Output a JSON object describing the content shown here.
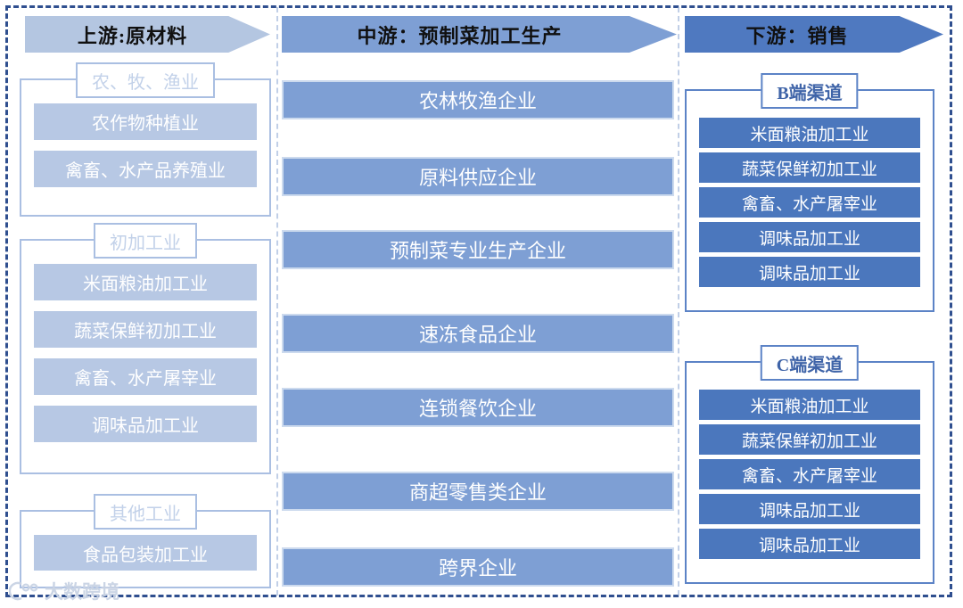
{
  "headers": {
    "upstream": "上游:原材料",
    "midstream": "中游：预制菜加工生产",
    "downstream": "下游：销售"
  },
  "upstream_groups": [
    {
      "title": "农、牧、渔业",
      "items": [
        "农作物种植业",
        "禽畜、水产品养殖业"
      ]
    },
    {
      "title": "初加工业",
      "items": [
        "米面粮油加工业",
        "蔬菜保鲜初加工业",
        "禽畜、水产屠宰业",
        "调味品加工业"
      ]
    },
    {
      "title": "其他工业",
      "items": [
        "食品包装加工业"
      ]
    }
  ],
  "midstream_items": [
    "农林牧渔企业",
    "原料供应企业",
    "预制菜专业生产企业",
    "速冻食品企业",
    "连锁餐饮企业",
    "商超零售类企业",
    "跨界企业"
  ],
  "downstream_groups": [
    {
      "title": "B端渠道",
      "items": [
        "米面粮油加工业",
        "蔬菜保鲜初加工业",
        "禽畜、水产屠宰业",
        "调味品加工业",
        "调味品加工业"
      ]
    },
    {
      "title": "C端渠道",
      "items": [
        "米面粮油加工业",
        "蔬菜保鲜初加工业",
        "禽畜、水产屠宰业",
        "调味品加工业",
        "调味品加工业"
      ]
    }
  ],
  "watermark": {
    "text": "大数跨境"
  },
  "colors": {
    "frame": "#2f4f8f",
    "upstream_header": "#b4c6e1",
    "midstream_header": "#7e9fd4",
    "downstream_header": "#4f79c0",
    "upstream_item": "#b7c8e4",
    "midstream_item": "#7e9fd4",
    "downstream_item": "#4b77bd"
  }
}
